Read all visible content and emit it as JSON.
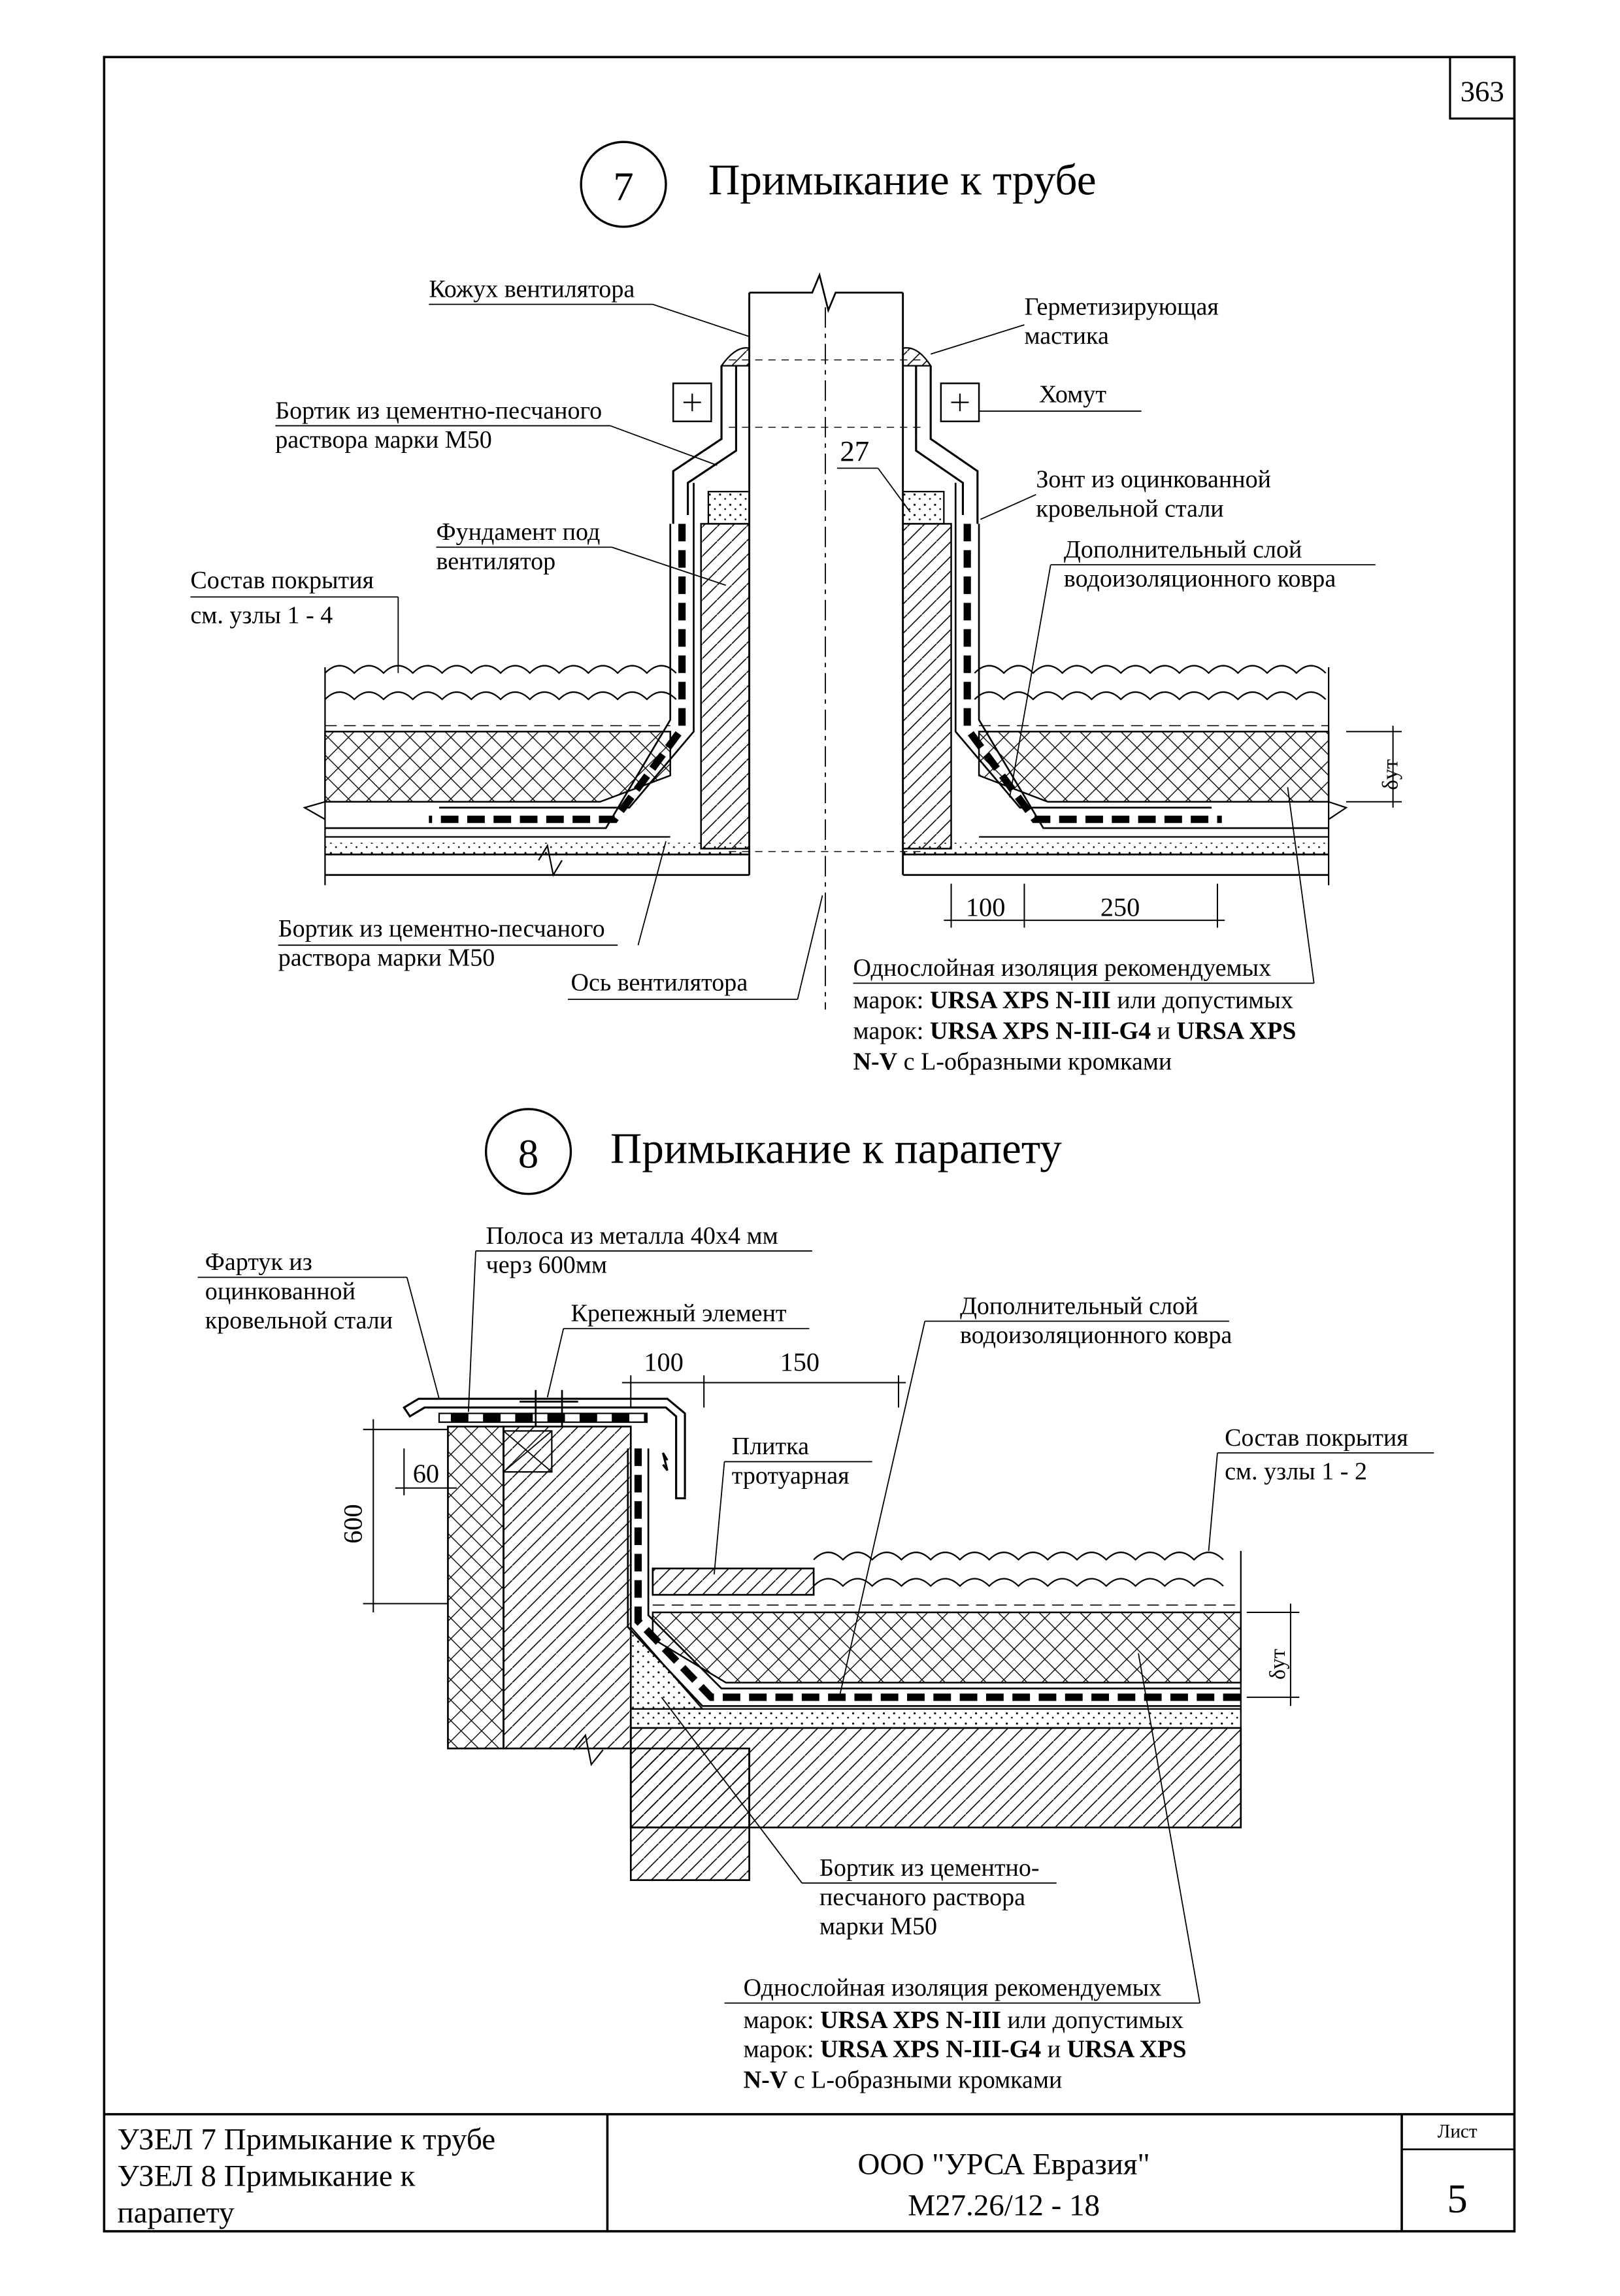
{
  "page_number": "363",
  "node7": {
    "number": "7",
    "title": "Примыкание к трубе",
    "labels": {
      "casing": "Кожух вентилятора",
      "sealant_1": "Герметизирующая",
      "sealant_2": "мастика",
      "clamp": "Хомут",
      "curb_top_1": "Бортик из цементно-песчаного",
      "curb_top_2": "раствора марки М50",
      "umbrella_1": "Зонт из оцинкованной",
      "umbrella_2": "кровельной стали",
      "dim27": "27",
      "foundation_1": "Фундамент под",
      "foundation_2": "вентилятор",
      "extra_layer_1": "Дополнительный слой",
      "extra_layer_2": "водоизоляционного ковра",
      "composition_1": "Состав покрытия",
      "composition_2": "см. узлы 1 - 4",
      "delta": "δут",
      "dim100": "100",
      "dim250": "250",
      "curb_bottom_1": "Бортик из цементно-песчаного",
      "curb_bottom_2": "раствора марки М50",
      "axis": "Ось вентилятора",
      "insulation_1": "Однослойная изоляция рекомендуемых",
      "insulation_2a": "марок: ",
      "insulation_2b": "URSA XPS N-III",
      "insulation_2c": " или допустимых",
      "insulation_3a": "марок: ",
      "insulation_3b": "URSA XPS N-III-G4",
      "insulation_3c": " и ",
      "insulation_3d": "URSA XPS",
      "insulation_4a": "N-V",
      "insulation_4b": "  с L-образными кромками"
    }
  },
  "node8": {
    "number": "8",
    "title": "Примыкание к парапету",
    "labels": {
      "apron_1": "Фартук из",
      "apron_2": "оцинкованной",
      "apron_3": "кровельной стали",
      "strip_1": "Полоса из металла 40х4 мм",
      "strip_2": "черз 600мм",
      "fastener": "Крепежный элемент",
      "dim100": "100",
      "dim150": "150",
      "extra_layer_1": "Дополнительный слой",
      "extra_layer_2": "водоизоляционного ковра",
      "tile_1": "Плитка",
      "tile_2": "тротуарная",
      "composition_1": "Состав покрытия",
      "composition_2": "см. узлы 1 - 2",
      "dim60": "60",
      "dim600": "600",
      "delta": "δут",
      "curb_1": "Бортик из цементно-",
      "curb_2": "песчаного раствора",
      "curb_3": "марки М50",
      "insulation_1": "Однослойная изоляция рекомендуемых",
      "insulation_2a": "марок: ",
      "insulation_2b": "URSA XPS N-III",
      "insulation_2c": " или допустимых",
      "insulation_3a": "марок: ",
      "insulation_3b": "URSA XPS N-III-G4",
      "insulation_3c": " и ",
      "insulation_3d": "URSA XPS",
      "insulation_4a": "N-V",
      "insulation_4b": "  с L-образными кромками"
    }
  },
  "title_block": {
    "name_1": "УЗЕЛ 7 Примыкание к трубе",
    "name_2": "УЗЕЛ 8 Примыкание к",
    "name_3": "парапету",
    "company": "ООО \"УРСА Евразия\"",
    "code": "М27.26/12 - 18",
    "sheet_label": "Лист",
    "sheet_number": "5"
  }
}
